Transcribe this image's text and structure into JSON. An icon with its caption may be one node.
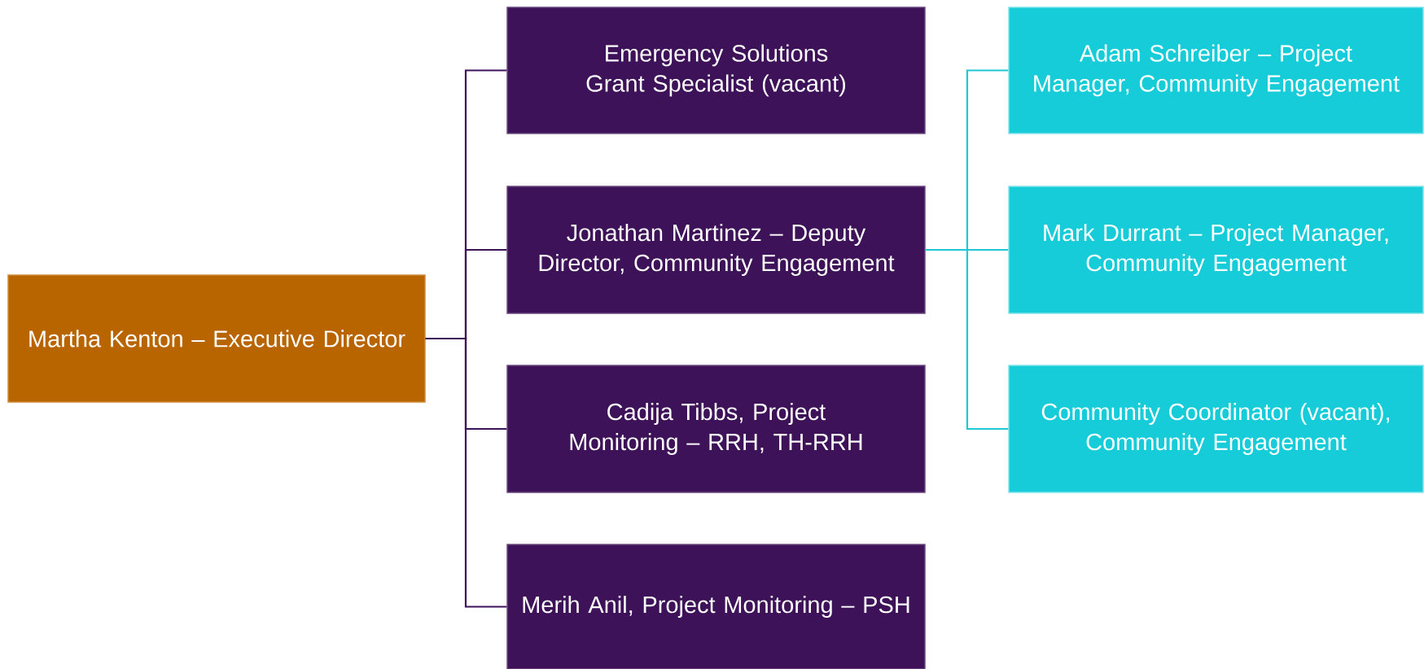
{
  "diagram": {
    "nodes": [
      {
        "text": [
          "Martha Kenton – Executive Director"
        ]
      },
      {
        "text": [
          "Emergency Solutions Grant Specialist (vacant)"
        ]
      },
      {
        "text": [
          "Jonathan Martinez – Deputy Director, Community Engagement"
        ]
      },
      {
        "text": [
          "Cadija Tibbs, Project Monitoring – RRH, TH-RRH"
        ]
      },
      {
        "text": [
          "Merih Anil, Project Monitoring – PSH"
        ]
      },
      {
        "text": [
          "Adam Schreiber – Project Manager, Community Engagement"
        ]
      },
      {
        "text": [
          "Mark Durrant – Project Manager, Community Engagement"
        ]
      },
      {
        "text": [
          "Community Coordinator (vacant), Community Engagement"
        ]
      }
    ],
    "edges": [
      {
        "from": 0,
        "to": 1,
        "arrow": "none"
      },
      {
        "from": 0,
        "to": 2,
        "arrow": "none"
      },
      {
        "from": 0,
        "to": 3,
        "arrow": "none"
      },
      {
        "from": 0,
        "to": 4,
        "arrow": "none"
      },
      {
        "from": 2,
        "to": 5,
        "arrow": "none",
        "color": "#1ec8d3"
      },
      {
        "from": 2,
        "to": 6,
        "arrow": "none",
        "color": "#1ec8d3"
      },
      {
        "from": 2,
        "to": 7,
        "arrow": "none",
        "color": "#1ec8d3"
      }
    ]
  }
}
